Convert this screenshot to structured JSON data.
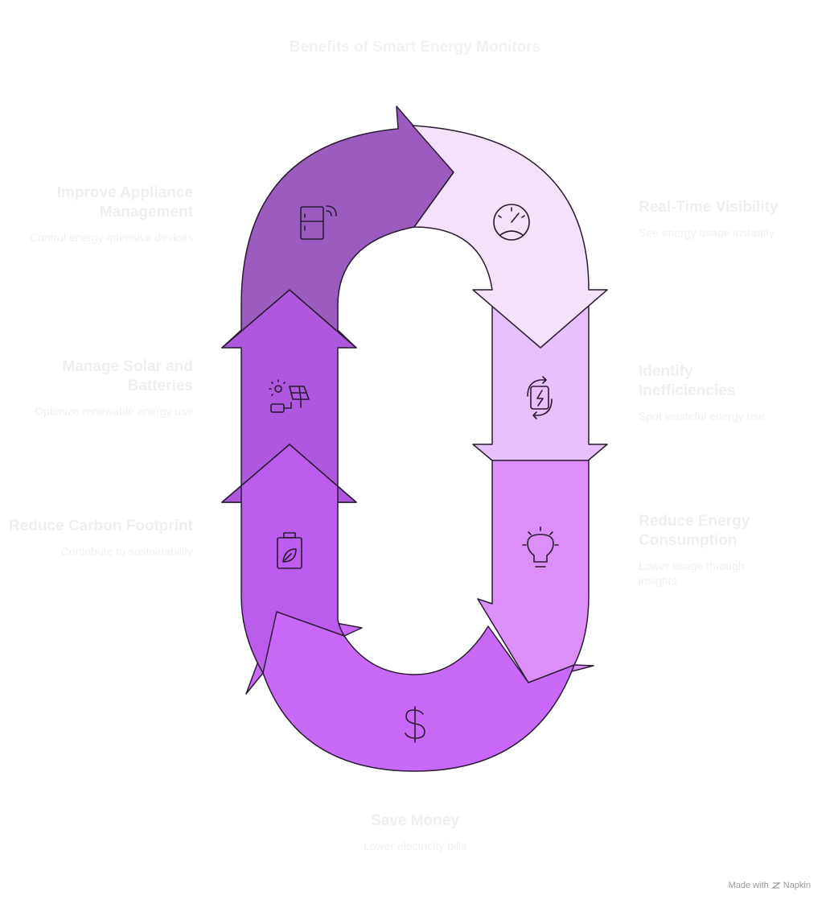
{
  "title": "Benefits of Smart Energy Monitors",
  "colors": {
    "top_left_segment": "#9c5bbf",
    "top_right_segment": "#f4e1fc",
    "right_upper_segment": "#e8c0fb",
    "right_lower_segment": "#dc8ff9",
    "bottom_segment": "#c86af7",
    "left_lower_segment": "#bb5cec",
    "left_upper_segment": "#ad58dd",
    "outline": "#2a1b33",
    "label_text": "#efefef"
  },
  "steps": [
    {
      "title": "Improve Appliance Management",
      "desc": "Control energy-intensive devices",
      "icon": "fridge-icon"
    },
    {
      "title": "Real-Time Visibility",
      "desc": "See energy usage instantly",
      "icon": "gauge-icon"
    },
    {
      "title": "Identify Inefficiencies",
      "desc": "Spot wasteful energy use",
      "icon": "battery-cycle-icon"
    },
    {
      "title": "Reduce Energy Consumption",
      "desc": "Lower usage through insights",
      "icon": "lightbulb-icon"
    },
    {
      "title": "Save Money",
      "desc": "Lower electricity bills",
      "icon": "dollar-icon"
    },
    {
      "title": "Reduce Carbon Footprint",
      "desc": "Contribute to sustainability",
      "icon": "eco-battery-icon"
    },
    {
      "title": "Manage Solar and Batteries",
      "desc": "Optimize renewable energy use",
      "icon": "solar-battery-icon"
    }
  ],
  "footer": {
    "made_with": "Made with",
    "brand": "Napkin"
  }
}
